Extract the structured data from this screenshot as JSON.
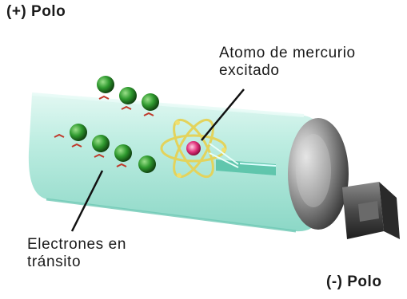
{
  "labels": {
    "positive_pole": "(+) Polo",
    "negative_pole": "(-) Polo",
    "atom_line1": "Atomo de mercurio",
    "atom_line2": "excitado",
    "electrons_line1": "Electrones en",
    "electrons_line2": "tránsito"
  },
  "colors": {
    "tube": "#b8ece0",
    "tube_edge": "#8fd8c8",
    "electron": "#2e9a2e",
    "atom_orbit": "#e0d060",
    "atom_nucleus": "#e0307a",
    "cathode": "#4a4a4a",
    "text": "#1a1a1a"
  }
}
